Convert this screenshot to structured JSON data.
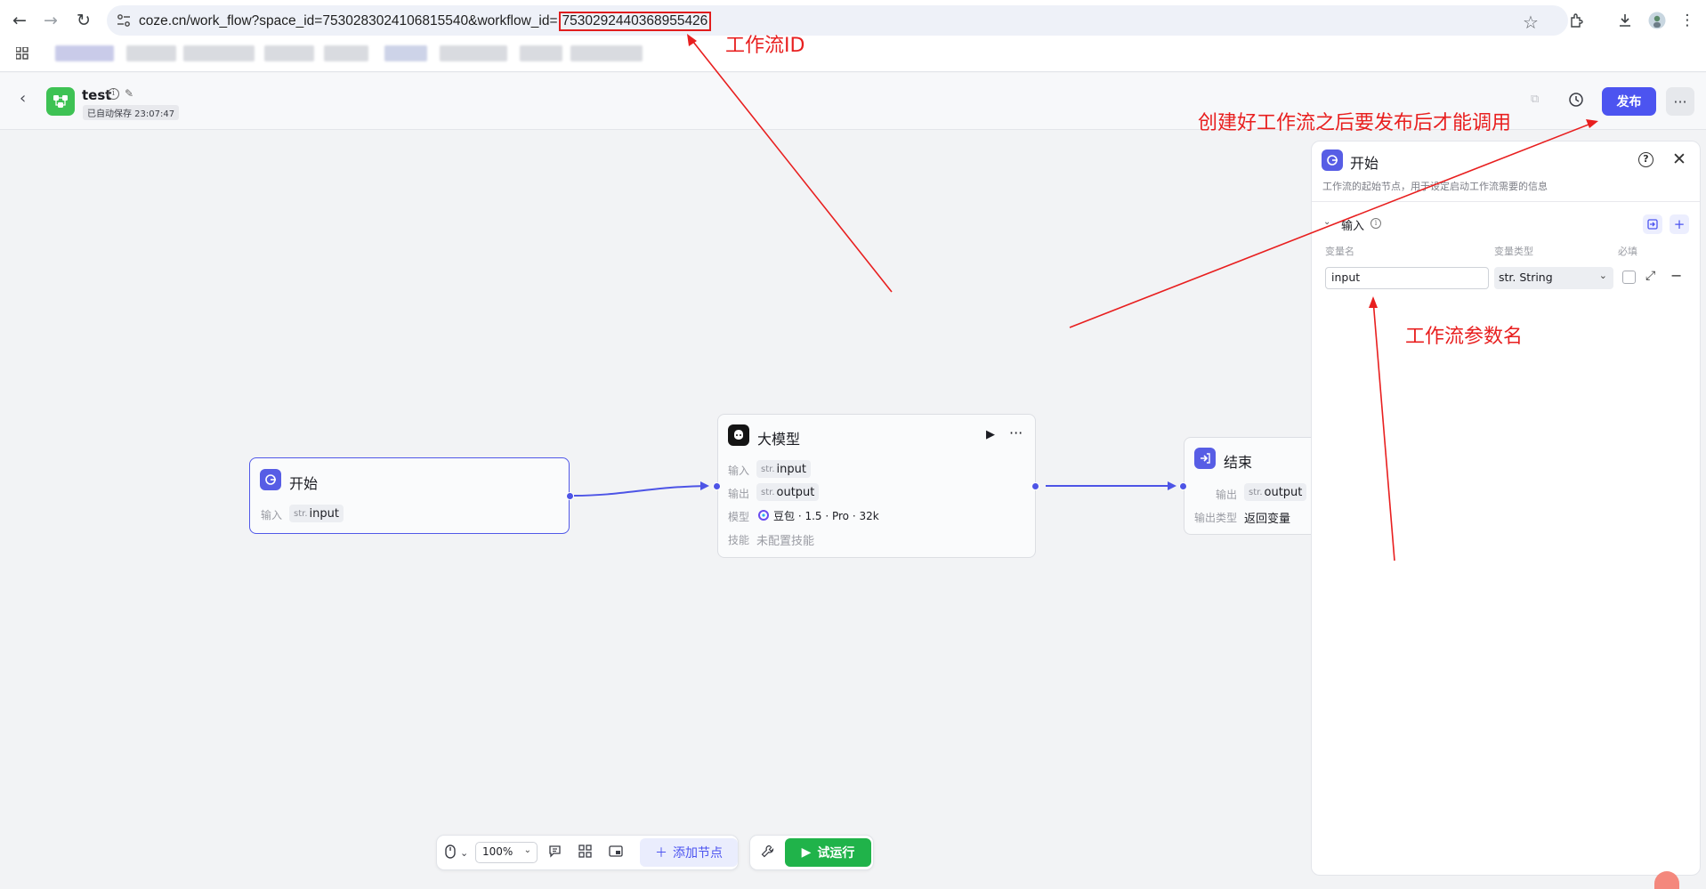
{
  "browser": {
    "url_prefix": "coze.cn/work_flow?space_id=7530283024106815540&workflow_id=",
    "url_workflow_id": "7530292440368955426"
  },
  "header": {
    "workflow_name": "test",
    "autosave": "已自动保存 23:07:47",
    "publish_label": "发布",
    "more_label": "···"
  },
  "nodes": {
    "start": {
      "title": "开始",
      "input_label": "输入",
      "input_type": "str.",
      "input_name": "input"
    },
    "llm": {
      "title": "大模型",
      "input_label": "输入",
      "input_type": "str.",
      "input_name": "input",
      "output_label": "输出",
      "output_type": "str.",
      "output_name": "output",
      "model_label": "模型",
      "model_value": "豆包 · 1.5 · Pro · 32k",
      "skill_label": "技能",
      "skill_value": "未配置技能"
    },
    "end": {
      "title": "结束",
      "output_label": "输出",
      "output_type": "str.",
      "output_name": "output",
      "output_kind_label": "输出类型",
      "output_kind_value": "返回变量"
    }
  },
  "panel": {
    "title": "开始",
    "description": "工作流的起始节点，用于设定启动工作流需要的信息",
    "section_title": "输入",
    "col_var_name": "变量名",
    "col_var_type": "变量类型",
    "col_required": "必填",
    "var_name_value": "input",
    "var_type_value": "str. String"
  },
  "toolbar": {
    "zoom": "100%",
    "add_node_label": "添加节点",
    "run_label": "试运行"
  },
  "annotations": {
    "workflow_id": "工作流ID",
    "publish_note": "创建好工作流之后要发布后才能调用",
    "param_name": "工作流参数名"
  },
  "colors": {
    "accent": "#4c54f0",
    "run_green": "#20b34a",
    "annotation_red": "#e81f1f",
    "logo_green": "#3ec254"
  }
}
